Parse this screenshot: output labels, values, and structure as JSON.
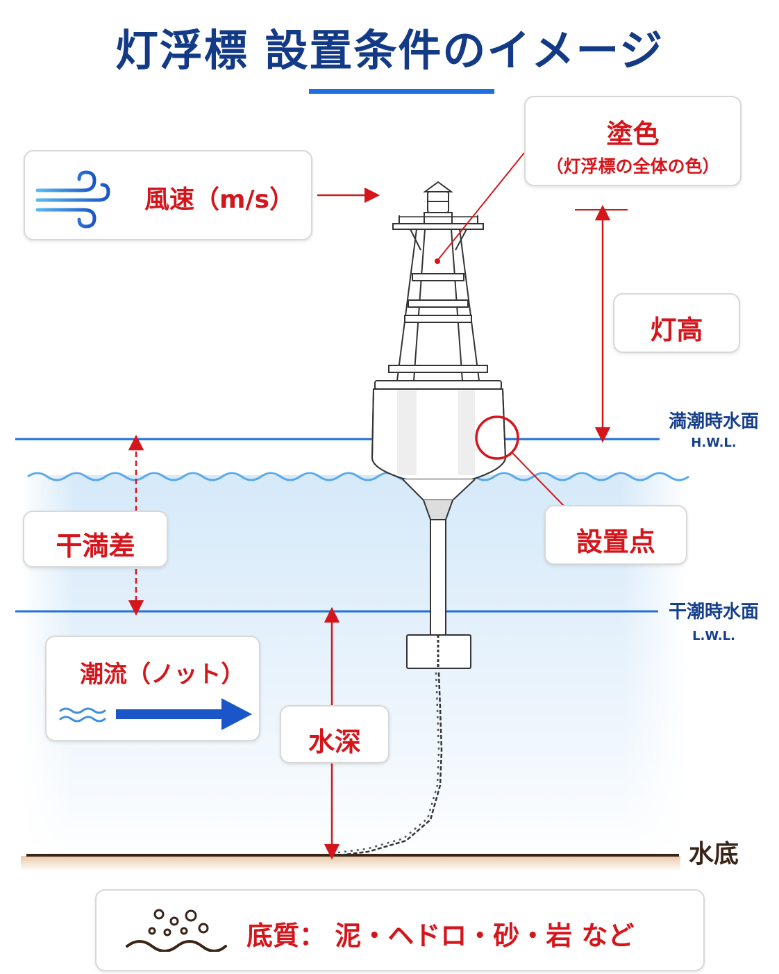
{
  "title": "灯浮標 設置条件のイメージ",
  "labels": {
    "wind": "風速（m/s）",
    "paint": "塗色",
    "paint_sub": "（灯浮標の全体の色）",
    "light_height": "灯高",
    "tide_range": "干満差",
    "install_point": "設置点",
    "current": "潮流（ノット）",
    "depth": "水深",
    "bottom": "水底",
    "bottom_quality": "底質： 泥・ヘドロ・砂・岩 など"
  },
  "levels": {
    "hwl_jp": "満潮時水面",
    "hwl_en": "H.W.L.",
    "lwl_jp": "干潮時水面",
    "lwl_en": "L.W.L."
  },
  "icons": [
    "wind-icon",
    "current-waves-icon",
    "current-arrow-icon",
    "sediment-icon"
  ],
  "colors": {
    "title": "#123a86",
    "label_red": "#d4161c",
    "water_line": "#1f6fe0",
    "level_text": "#163f8c",
    "seabed": "#3a2418"
  }
}
